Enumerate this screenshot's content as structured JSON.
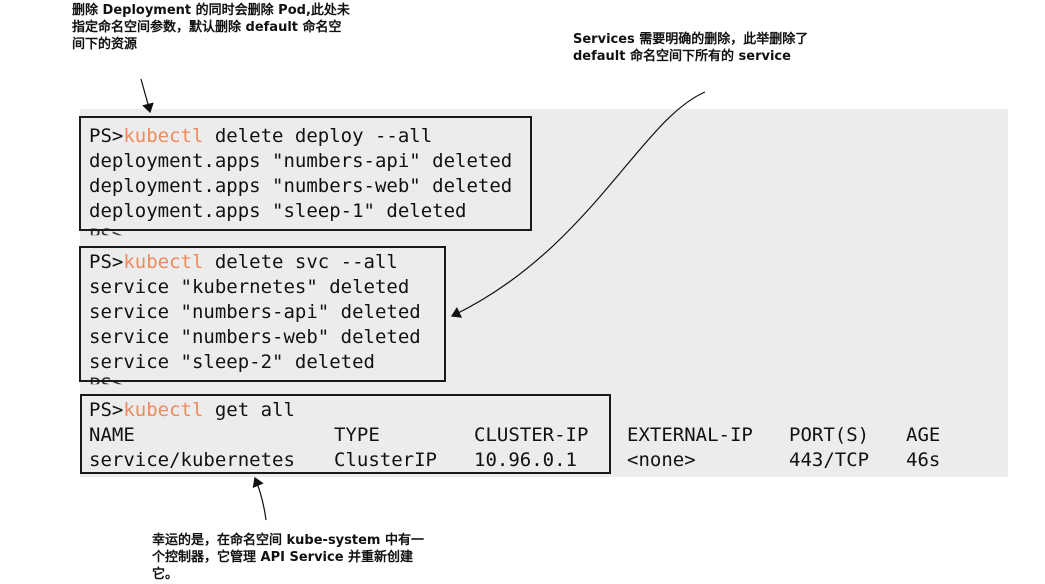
{
  "annotations": {
    "top_left_line1": "删除 Deployment 的同时会删除 Pod,此处未",
    "top_left_line2": "指定命名空间参数，默认删除 default 命名空",
    "top_left_line3": "间下的资源",
    "top_right_line1": "Services 需要明确的删除，此举删除了",
    "top_right_line2": "default 命名空间下所有的 service",
    "bottom_line1": "幸运的是，在命名空间 kube-system 中有一",
    "bottom_line2": "个控制器，它管理 API Service 并重新创建",
    "bottom_line3": "它。"
  },
  "terminal": {
    "prompt": "PS>",
    "cmd1_tool": "kubectl",
    "cmd1_rest": " delete deploy --all",
    "out1": [
      "deployment.apps \"numbers-api\" deleted",
      "deployment.apps \"numbers-web\" deleted",
      "deployment.apps \"sleep-1\" deleted"
    ],
    "cmd2_tool": "kubectl",
    "cmd2_rest": " delete svc --all",
    "out2": [
      "service \"kubernetes\" deleted",
      "service \"numbers-api\" deleted",
      "service \"numbers-web\" deleted",
      "service \"sleep-2\" deleted"
    ],
    "cmd3_tool": "kubectl",
    "cmd3_rest": " get all",
    "table": {
      "headers": [
        "NAME",
        "TYPE",
        "CLUSTER-IP",
        "EXTERNAL-IP",
        "PORT(S)",
        "AGE"
      ],
      "row": [
        "service/kubernetes",
        "ClusterIP",
        "10.96.0.1",
        "<none>",
        "443/TCP",
        "46s"
      ]
    }
  }
}
